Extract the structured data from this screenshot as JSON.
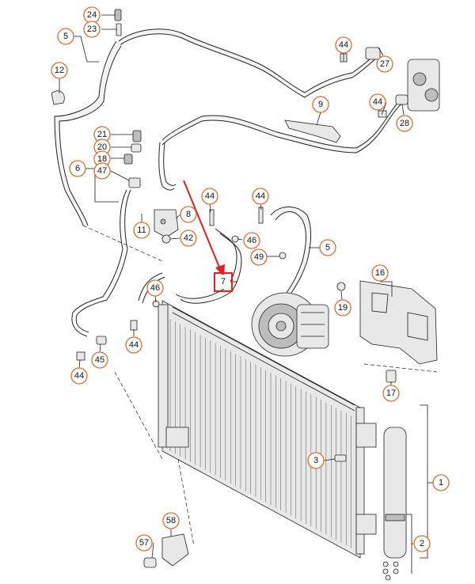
{
  "callouts": [
    {
      "id": "c24",
      "label": "24"
    },
    {
      "id": "c23",
      "label": "23"
    },
    {
      "id": "c5a",
      "label": "5"
    },
    {
      "id": "c12",
      "label": "12"
    },
    {
      "id": "c44a",
      "label": "44"
    },
    {
      "id": "c27",
      "label": "27"
    },
    {
      "id": "c9",
      "label": "9"
    },
    {
      "id": "c44b",
      "label": "44"
    },
    {
      "id": "c28",
      "label": "28"
    },
    {
      "id": "c21",
      "label": "21"
    },
    {
      "id": "c20",
      "label": "20"
    },
    {
      "id": "c18",
      "label": "18"
    },
    {
      "id": "c47",
      "label": "47"
    },
    {
      "id": "c6",
      "label": "6"
    },
    {
      "id": "c44c",
      "label": "44"
    },
    {
      "id": "c44d",
      "label": "44"
    },
    {
      "id": "c8",
      "label": "8"
    },
    {
      "id": "c11",
      "label": "11"
    },
    {
      "id": "c42",
      "label": "42"
    },
    {
      "id": "c46a",
      "label": "46"
    },
    {
      "id": "c5b",
      "label": "5"
    },
    {
      "id": "c49",
      "label": "49"
    },
    {
      "id": "c7",
      "label": "7"
    },
    {
      "id": "c16",
      "label": "16"
    },
    {
      "id": "c46b",
      "label": "46"
    },
    {
      "id": "c19",
      "label": "19"
    },
    {
      "id": "c44e",
      "label": "44"
    },
    {
      "id": "c45",
      "label": "45"
    },
    {
      "id": "c44f",
      "label": "44"
    },
    {
      "id": "c17",
      "label": "17"
    },
    {
      "id": "c3",
      "label": "3"
    },
    {
      "id": "c1",
      "label": "1"
    },
    {
      "id": "c58",
      "label": "58"
    },
    {
      "id": "c57",
      "label": "57"
    },
    {
      "id": "c2",
      "label": "2"
    }
  ],
  "highlight": {
    "target_label": "7",
    "color": "#e02020"
  },
  "colors": {
    "callout_ring": "#e06a2e",
    "highlight": "#e02020",
    "line_art": "#1a1a1a"
  }
}
